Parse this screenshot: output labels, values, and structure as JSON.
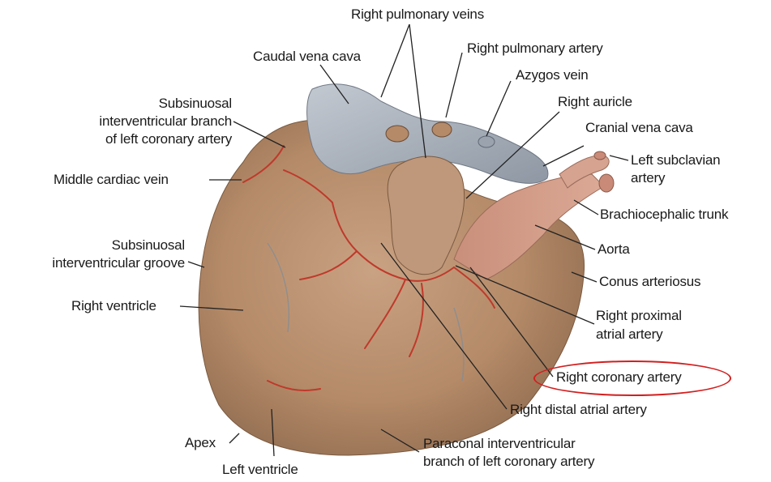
{
  "diagram": {
    "labels": {
      "right_pulmonary_veins": "Right pulmonary veins",
      "caudal_vena_cava": "Caudal vena cava",
      "right_pulmonary_artery": "Right pulmonary artery",
      "azygos_vein": "Azygos vein",
      "right_auricle": "Right auricle",
      "cranial_vena_cava": "Cranial vena cava",
      "subsinuosal_branch_1": "Subsinuosal",
      "subsinuosal_branch_2": "interventricular branch",
      "subsinuosal_branch_3": "of left coronary artery",
      "left_subclavian_1": "Left subclavian",
      "left_subclavian_2": "artery",
      "middle_cardiac_vein": "Middle cardiac vein",
      "brachiocephalic_trunk": "Brachiocephalic trunk",
      "subsinuosal_groove_1": "Subsinuosal",
      "subsinuosal_groove_2": "interventricular groove",
      "aorta": "Aorta",
      "conus_arteriosus": "Conus arteriosus",
      "right_ventricle": "Right ventricle",
      "right_proximal_atrial_1": "Right proximal",
      "right_proximal_atrial_2": "atrial artery",
      "right_coronary_artery": "Right coronary artery",
      "right_distal_atrial_artery": "Right distal atrial artery",
      "apex": "Apex",
      "paraconal_1": "Paraconal interventricular",
      "paraconal_2": "branch of left coronary artery",
      "left_ventricle": "Left ventricle"
    },
    "highlighted_label": "right_coronary_artery",
    "colors": {
      "heart_muscle": "#b48a68",
      "heart_shadow": "#8e6a4e",
      "vessel_vein": "#9aa3ae",
      "artery": "#c0392b",
      "highlight_ring": "#d21f1f",
      "leader_line": "#222222"
    }
  }
}
